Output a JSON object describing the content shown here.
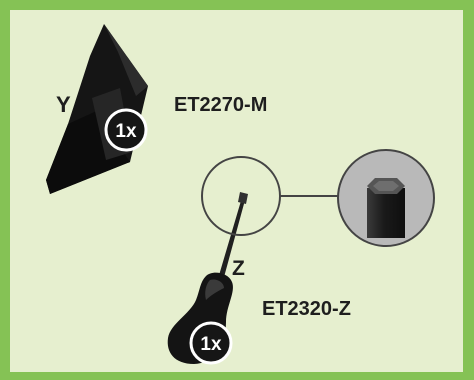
{
  "parts": [
    {
      "letter": "Y",
      "code": "ET2270-M",
      "quantity": "1x"
    },
    {
      "letter": "Z",
      "code": "ET2320-Z",
      "quantity": "1x"
    }
  ],
  "colors": {
    "frame": "#85c255",
    "panel": "#e6efcf",
    "part": "#161616",
    "circle_outline": "#444444",
    "detail_background": "#b9b9b9"
  }
}
